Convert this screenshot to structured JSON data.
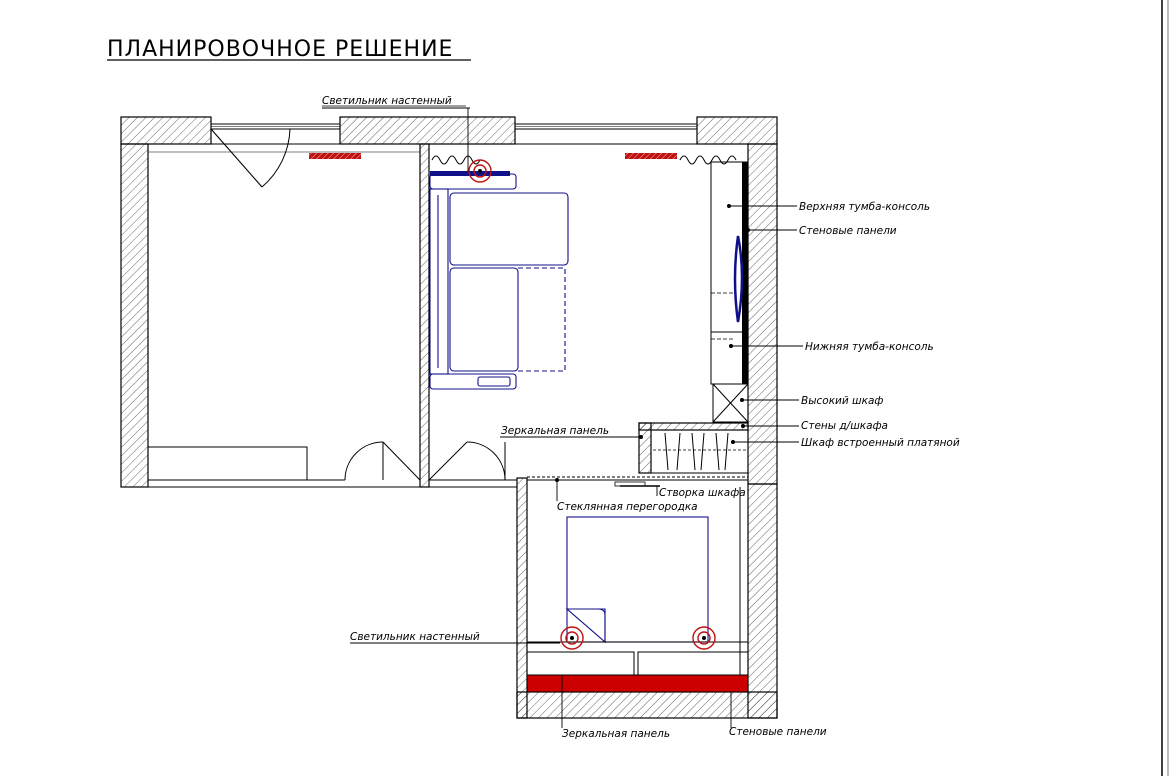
{
  "title": "ПЛАНИРОВОЧНОЕ  РЕШЕНИЕ",
  "labels": {
    "lamp_top": "Светильник настенный",
    "upper_console": "Верхняя тумба-консоль",
    "wall_panels_right": "Стеновые панели",
    "lower_console": "Нижняя тумба-консоль",
    "tall_cabinet": "Высокий шкаф",
    "cabinet_walls": "Стены д/шкафа",
    "wardrobe": "Шкаф встроенный платяной",
    "mirror_panel_mid": "Зеркальная панель",
    "wardrobe_door": "Створка шкафа",
    "glass_partition": "Стеклянная перегородка",
    "lamp_bottom": "Светильник настенный",
    "mirror_panel_bottom": "Зеркальная панель",
    "wall_panels_bottom": "Стеновые панели"
  },
  "colors": {
    "line": "#000000",
    "furniture": "#10108a",
    "accent_red": "#c01010",
    "headboard_red": "#cc0000"
  },
  "icons": [
    "wall-lamp-icon",
    "door-swing-icon",
    "radiator-icon",
    "tv-icon",
    "curtain-icon"
  ]
}
